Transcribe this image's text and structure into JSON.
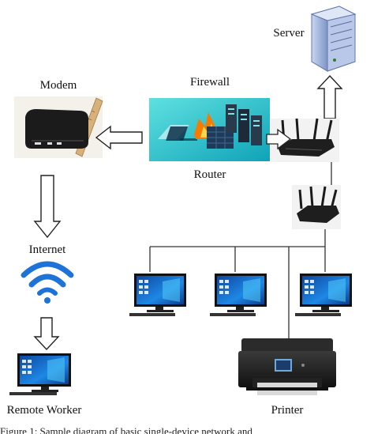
{
  "labels": {
    "server": "Server",
    "modem": "Modem",
    "firewall": "Firewall",
    "router": "Router",
    "internet": "Internet",
    "remote_worker": "Remote Worker",
    "printer": "Printer"
  },
  "caption": "Figure 1: Sample diagram of basic single-device network and",
  "colors": {
    "wifi": "#1e73d8",
    "firewall_bg": "#20c7c9",
    "monitor_screen": "#1565c0",
    "cable": "#333333"
  }
}
